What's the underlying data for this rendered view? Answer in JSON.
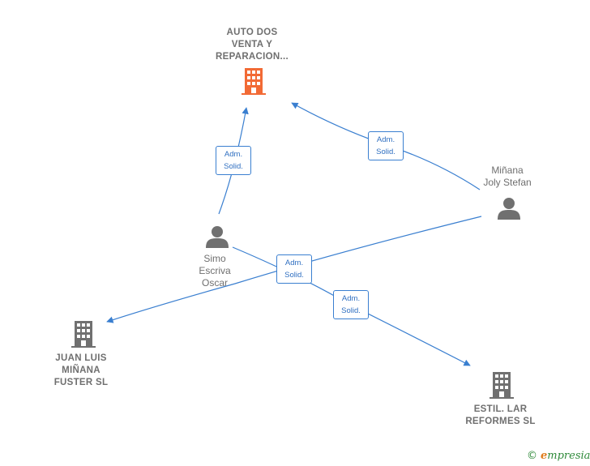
{
  "nodes": {
    "auto_dos": {
      "label": "AUTO DOS\nVENTA Y\nREPARACION...",
      "type": "company",
      "color": "#f26a35"
    },
    "juan_luis": {
      "label": "JUAN LUIS\nMIÑANA\nFUSTER SL",
      "type": "company",
      "color": "#707070"
    },
    "estil_lar": {
      "label": "ESTIL. LAR\nREFORMES  SL",
      "type": "company",
      "color": "#707070"
    },
    "simo": {
      "label": "Simo\nEscriva\nOscar",
      "type": "person",
      "color": "#707070"
    },
    "minana": {
      "label": "Miñana\nJoly Stefan",
      "type": "person",
      "color": "#707070"
    }
  },
  "edges": {
    "simo_auto": {
      "line1": "Adm.",
      "line2": "Solid."
    },
    "minana_auto": {
      "line1": "Adm.",
      "line2": "Solid."
    },
    "minana_juan": {
      "line1": "Adm.",
      "line2": "Solid."
    },
    "simo_estil": {
      "line1": "Adm.",
      "line2": "Solid."
    }
  },
  "footer": {
    "copyright": "©",
    "brand_first": "e",
    "brand_rest": "mpresia"
  },
  "colors": {
    "edge": "#3a7fd0",
    "highlight": "#f26a35",
    "neutral": "#707070"
  }
}
